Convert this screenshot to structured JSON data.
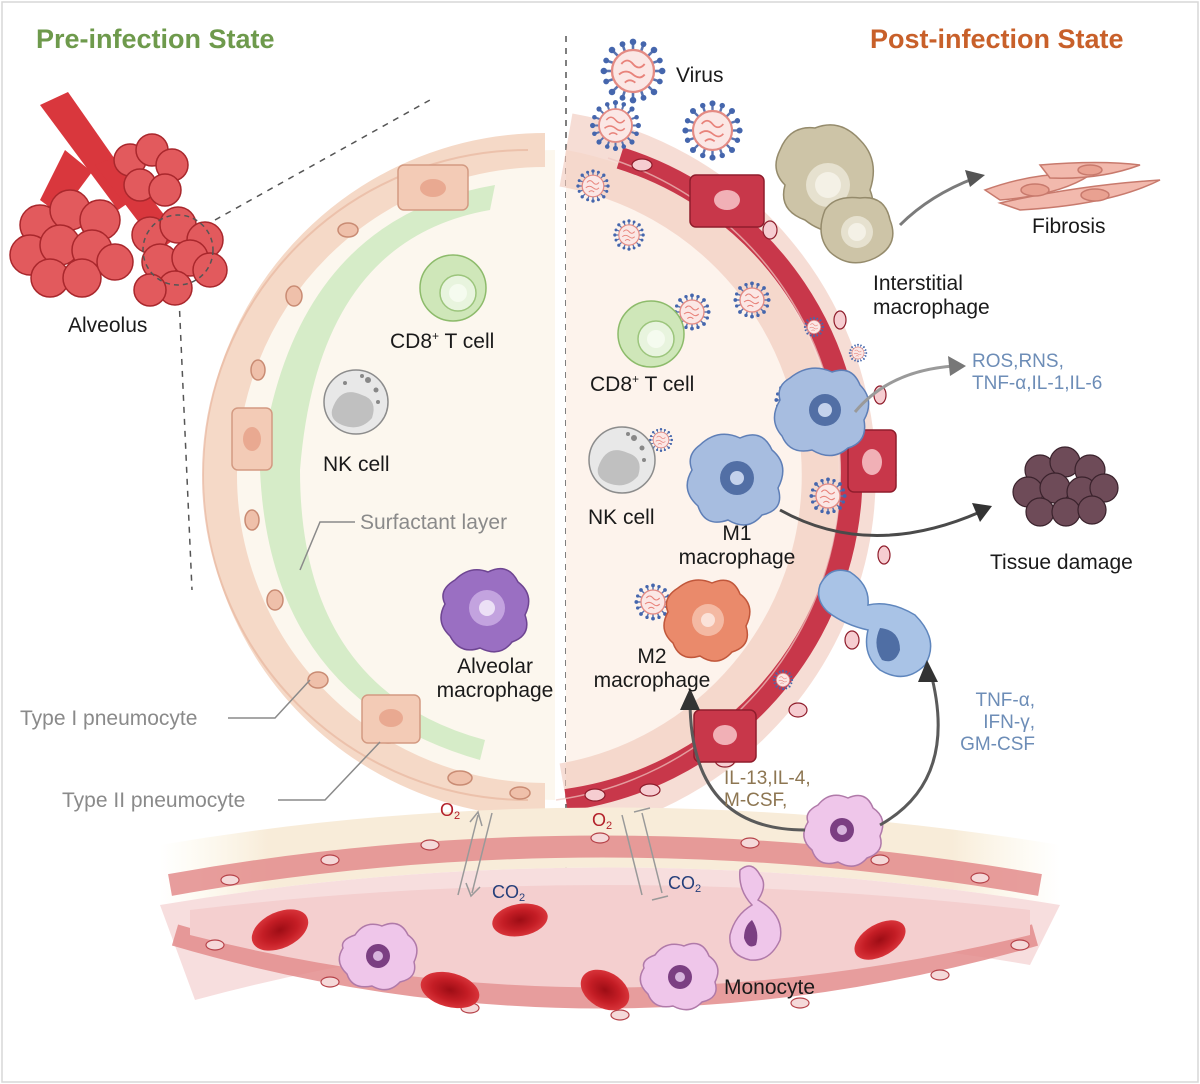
{
  "colors": {
    "pre_title": "#6e9a4c",
    "post_title": "#c8602a",
    "label_dark": "#1a1a1a",
    "label_gray": "#8a8a8a",
    "cytokine_blue": "#6d8db7",
    "cytokine_brown": "#8d7652",
    "o2_red": "#b3202a",
    "co2_blue": "#253f7a"
  },
  "titles": {
    "pre": "Pre-infection State",
    "post": "Post-infection State"
  },
  "left": {
    "alveolus": "Alveolus",
    "cd8_prefix": "CD8",
    "cd8_sup": "+",
    "cd8_suffix": " T cell",
    "nk": "NK cell",
    "surfactant": "Surfactant layer",
    "alveolar_mac_1": "Alveolar",
    "alveolar_mac_2": "macrophage",
    "type1": "Type I pneumocyte",
    "type2": "Type II pneumocyte"
  },
  "right": {
    "virus": "Virus",
    "fibrosis": "Fibrosis",
    "interstitial_1": "Interstitial",
    "interstitial_2": "macrophage",
    "cd8_prefix": "CD8",
    "cd8_sup": "+",
    "cd8_suffix": " T cell",
    "ros_1": "ROS,RNS,",
    "ros_2": "TNF-α,IL-1,IL-6",
    "nk": "NK cell",
    "m1_1": "M1",
    "m1_2": "macrophage",
    "tissue": "Tissue damage",
    "m2_1": "M2",
    "m2_2": "macrophage",
    "tnf_1": "TNF-α,",
    "tnf_2": "IFN-γ,",
    "tnf_3": "GM-CSF",
    "il_1": "IL-13,IL-4,",
    "il_2": "M-CSF,",
    "monocyte": "Monocyte"
  },
  "gas": {
    "o2": "O",
    "o2_sub": "2",
    "co2": "CO",
    "co2_sub": "2"
  }
}
